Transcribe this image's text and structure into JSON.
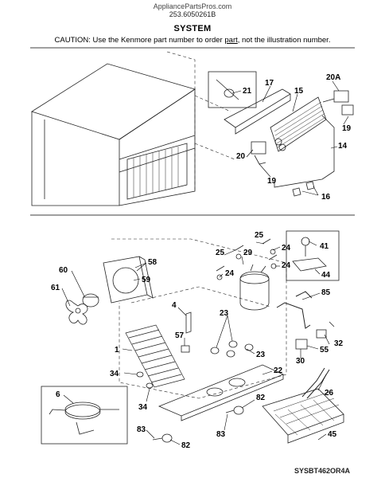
{
  "header": {
    "site": "AppliancePartsPros.com",
    "model_number": "253.6050261B",
    "section_title": "SYSTEM",
    "caution_before": "CAUTION: Use the Kenmore part number to order ",
    "caution_link": "part",
    "caution_after": ", not the illustration number."
  },
  "callouts": {
    "c21": "21",
    "c17": "17",
    "c15": "15",
    "c20A": "20A",
    "c19a": "19",
    "c14": "14",
    "c20": "20",
    "c19b": "19",
    "c16": "16",
    "c25a": "25",
    "c25b": "25",
    "c29": "29",
    "c24a": "24",
    "c24b": "24",
    "c24c": "24",
    "c41": "41",
    "c44": "44",
    "c58": "58",
    "c59": "59",
    "c60": "60",
    "c61": "61",
    "c4": "4",
    "c85": "85",
    "c23a": "23",
    "c23b": "23",
    "c57": "57",
    "c1": "1",
    "c34a": "34",
    "c34b": "34",
    "c22": "22",
    "c32": "32",
    "c55": "55",
    "c30": "30",
    "c6": "6",
    "c82a": "82",
    "c82b": "82",
    "c83a": "83",
    "c83b": "83",
    "c26": "26",
    "c45": "45"
  },
  "footer": {
    "code": "SYSBT462OR4A"
  }
}
